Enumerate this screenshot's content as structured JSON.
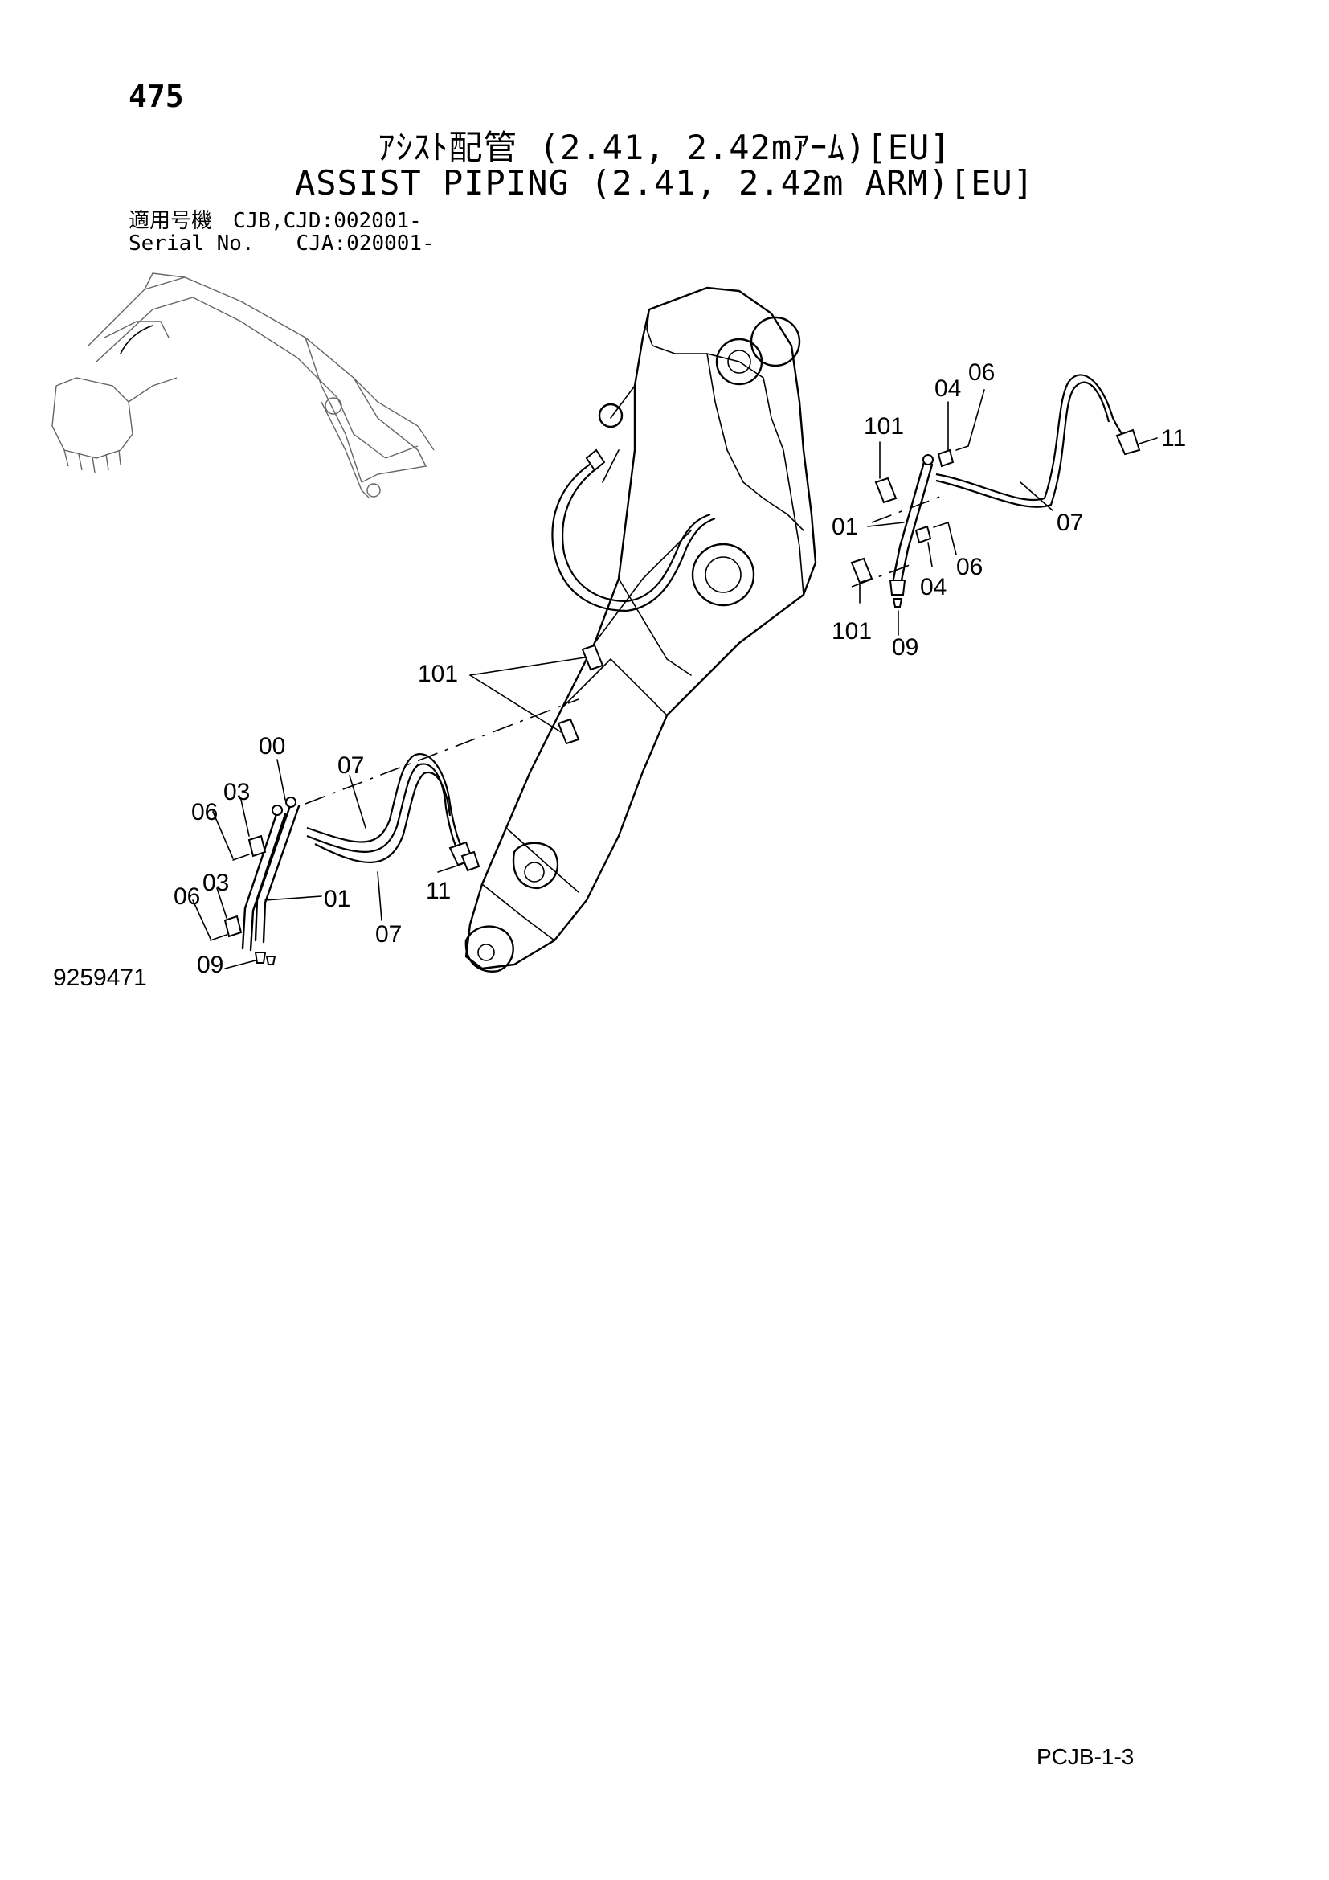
{
  "page_number": "475",
  "title_jp": "ｱｼｽﾄ配管 (2.41, 2.42mｱｰﾑ)[EU]",
  "title_en": "ASSIST PIPING (2.41, 2.42m ARM)[EU]",
  "serial": {
    "line1": "適用号機　CJB,CJD:002001-",
    "line2": "Serial No.　　CJA:020001-"
  },
  "drawing_number": "9259471",
  "page_code": "PCJB-1-3",
  "callouts": {
    "right_06": "06",
    "right_04": "04",
    "right_101_top": "101",
    "right_11": "11",
    "right_07": "07",
    "right_01": "01",
    "right_06b": "06",
    "right_04b": "04",
    "right_101_bottom": "101",
    "right_09": "09",
    "center_101": "101",
    "left_00": "00",
    "left_07_top": "07",
    "left_03_top": "03",
    "left_06_top": "06",
    "left_03_bottom": "03",
    "left_06_bottom": "06",
    "left_01": "01",
    "left_11": "11",
    "left_07_bottom": "07",
    "left_09": "09"
  }
}
